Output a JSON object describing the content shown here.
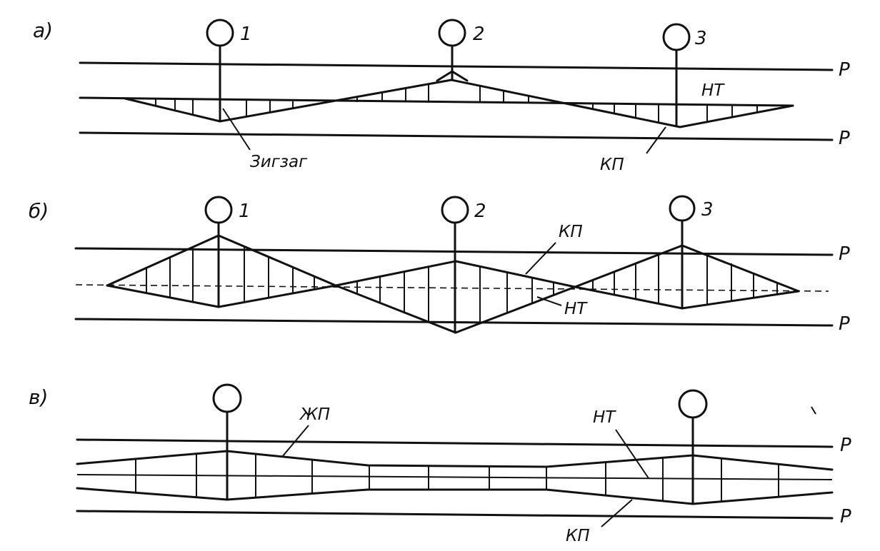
{
  "panels": [
    {
      "id": "a",
      "letter": "а)",
      "supports": [
        "1",
        "2",
        "3"
      ],
      "rail_label_top": "Р",
      "rail_label_bottom": "Р",
      "callouts": {
        "zigzag": "Зигзаг",
        "contact_wire": "КП",
        "carrier": "НТ"
      }
    },
    {
      "id": "b",
      "letter": "б)",
      "supports": [
        "1",
        "2",
        "3"
      ],
      "rail_label_top": "Р",
      "rail_label_bottom": "Р",
      "callouts": {
        "contact_wire": "КП",
        "carrier": "НТ"
      }
    },
    {
      "id": "v",
      "letter": "в)",
      "rail_label_top": "Р",
      "rail_label_bottom": "Р",
      "callouts": {
        "rigid_wire": "ЖП",
        "carrier": "НТ",
        "contact_wire": "КП"
      }
    }
  ]
}
